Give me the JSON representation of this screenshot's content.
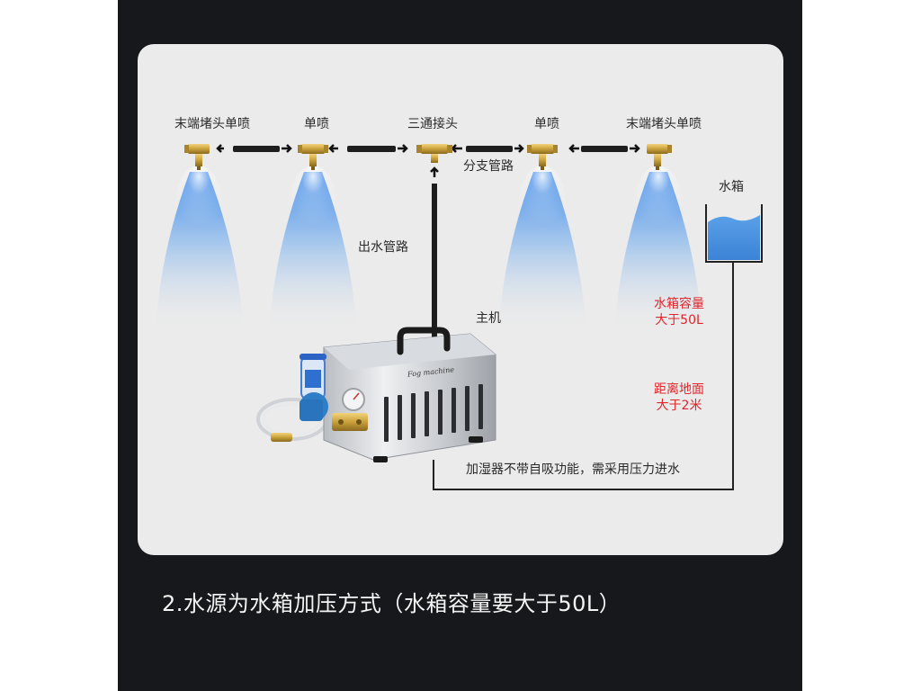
{
  "labels": {
    "end_plug_nozzle_left": "末端堵头单喷",
    "single_nozzle_left": "单喷",
    "tee_connector": "三通接头",
    "single_nozzle_right": "单喷",
    "end_plug_nozzle_right": "末端堵头单喷",
    "branch_pipe": "分支管路",
    "outlet_pipe": "出水管路",
    "main_unit": "主机",
    "water_tank": "水箱",
    "tank_capacity_line1": "水箱容量",
    "tank_capacity_line2": "大于50L",
    "ground_distance_line1": "距离地面",
    "ground_distance_line2": "大于2米",
    "pressure_note": "加湿器不带自吸功能，需采用压力进水",
    "machine_brand": "Fog machine"
  },
  "caption": "2.水源为水箱加压方式（水箱容量要大于50L）",
  "colors": {
    "background": "#17181c",
    "card": "#ebebeb",
    "note_red": "#e0252b",
    "water": "#4a90e2",
    "spray": "#5b9de8",
    "brass": "#c9a13b"
  }
}
